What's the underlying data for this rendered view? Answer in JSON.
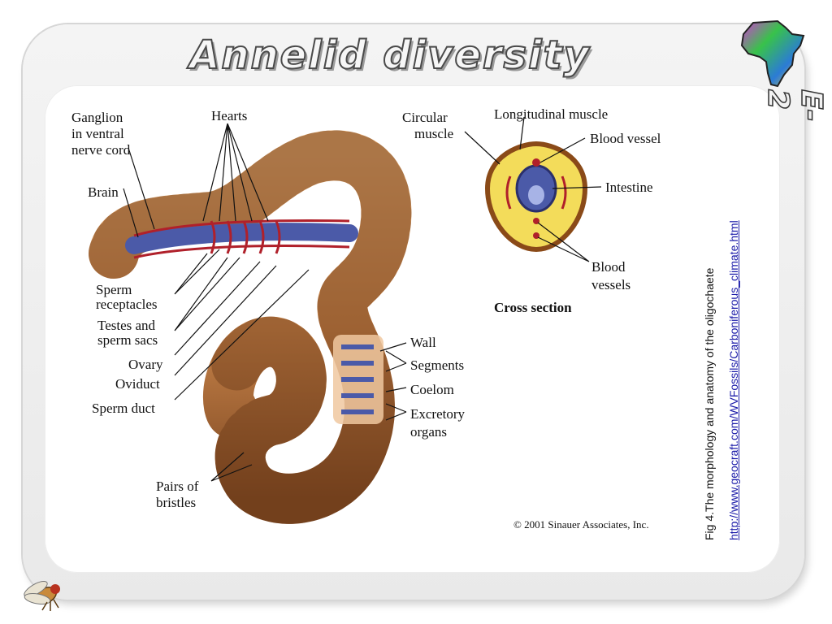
{
  "slide": {
    "title": "Annelid diversity",
    "chapter_label": "E-2"
  },
  "caption": {
    "text": "Fig 4.The morphology and anatomy of the oligochaete",
    "link": "http://www.geocraft.com/WVFossils/Carboniferous_climate.html"
  },
  "figure": {
    "labels_left": {
      "ganglion": [
        "Ganglion",
        "in ventral",
        "nerve cord"
      ],
      "hearts": "Hearts",
      "brain": "Brain",
      "sperm_receptacles": [
        "Sperm",
        "receptacles"
      ],
      "testes": [
        "Testes and",
        "sperm sacs"
      ],
      "ovary": "Ovary",
      "oviduct": "Oviduct",
      "sperm_duct": "Sperm duct",
      "bristles": [
        "Pairs of",
        "bristles"
      ]
    },
    "labels_right": {
      "wall": "Wall",
      "segments": "Segments",
      "coelom": "Coelom",
      "excretory": [
        "Excretory",
        "organs"
      ]
    },
    "cross_section": {
      "circular_muscle": [
        "Circular",
        "muscle"
      ],
      "longitudinal_muscle": "Longitudinal muscle",
      "blood_vessel": "Blood vessel",
      "intestine": "Intestine",
      "blood_vessels": [
        "Blood",
        "vessels"
      ],
      "title": "Cross section"
    },
    "copyright": "© 2001 Sinauer Associates, Inc."
  },
  "colors": {
    "worm_body": "#c8844a",
    "worm_dark": "#7a4520",
    "intestine": "#4b5aa8",
    "vessel": "#b0202a",
    "cross_yellow": "#f3dc5a"
  }
}
